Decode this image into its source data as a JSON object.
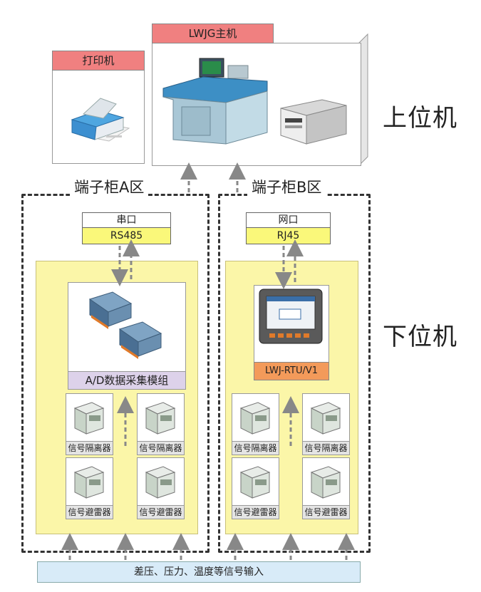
{
  "printer": {
    "label": "打印机"
  },
  "host": {
    "label": "LWJG主机"
  },
  "levels": {
    "upper": "上位机",
    "lower": "下位机"
  },
  "zone_a": {
    "title": "端子柜A区",
    "port_name": "串口",
    "port_type": "RS485",
    "module": "A/D数据采集模组",
    "cards": [
      "信号隔离器",
      "信号隔离器",
      "信号避雷器",
      "信号避雷器"
    ]
  },
  "zone_b": {
    "title": "端子柜B区",
    "port_name": "网口",
    "port_type": "RJ45",
    "module": "LWJ-RTU/V1",
    "cards": [
      "信号隔离器",
      "信号隔离器",
      "信号避雷器",
      "信号避雷器"
    ]
  },
  "input": {
    "label": "差压、压力、温度等信号输入"
  },
  "colors": {
    "red_label": "#f08080",
    "yellow": "#fbf6a8",
    "purple_label": "#ddd2ea",
    "orange_label": "#f39a5a",
    "input_bar": "#d8ebf8"
  }
}
